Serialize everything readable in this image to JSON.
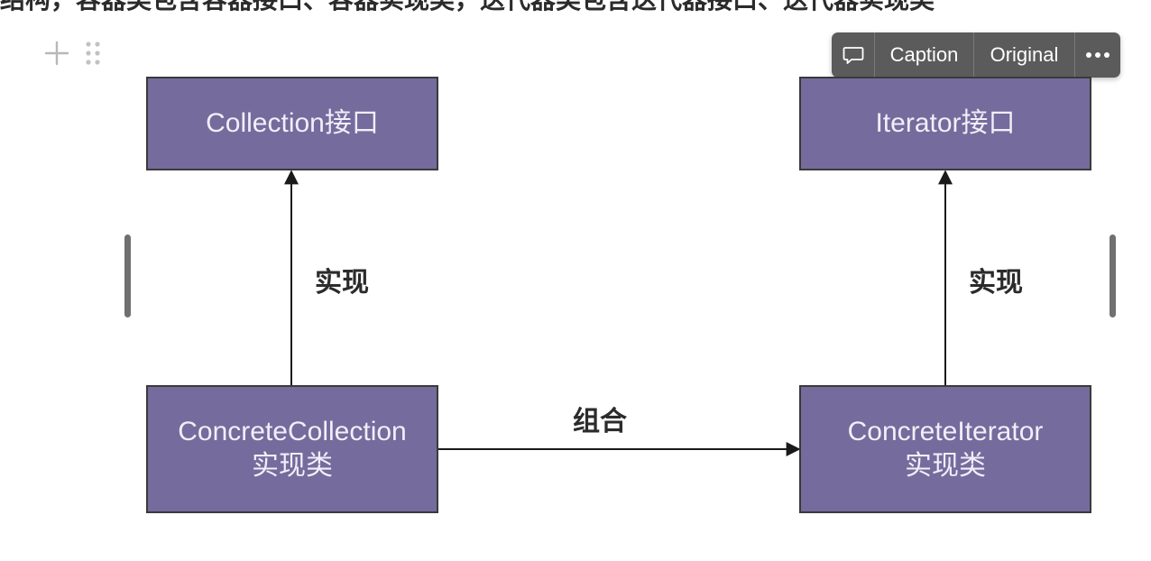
{
  "top_text": "结构，容器类包含容器接口、容器实现类，迭代器类包含迭代器接口、迭代器实现类",
  "block_handles": {
    "plus_icon": "plus-icon",
    "drag_icon": "drag-handle-icon"
  },
  "image_toolbar": {
    "comment_icon": "comment-icon",
    "caption_label": "Caption",
    "original_label": "Original",
    "more_icon": "more-icon"
  },
  "diagram": {
    "nodes": {
      "collection_interface": "Collection接口",
      "iterator_interface": "Iterator接口",
      "concrete_collection_line1": "ConcreteCollection",
      "concrete_collection_line2": "实现类",
      "concrete_iterator_line1": "ConcreteIterator",
      "concrete_iterator_line2": "实现类"
    },
    "edge_labels": {
      "left_implements": "实现",
      "right_implements": "实现",
      "composition": "组合"
    },
    "colors": {
      "box_fill": "#756b9c",
      "box_border": "#3a3a3a",
      "box_text": "#f1eef8",
      "arrow": "#1a1a1a"
    }
  },
  "colors": {
    "toolbar_bg": "#5b5b5b",
    "resize_handle": "#707070"
  }
}
